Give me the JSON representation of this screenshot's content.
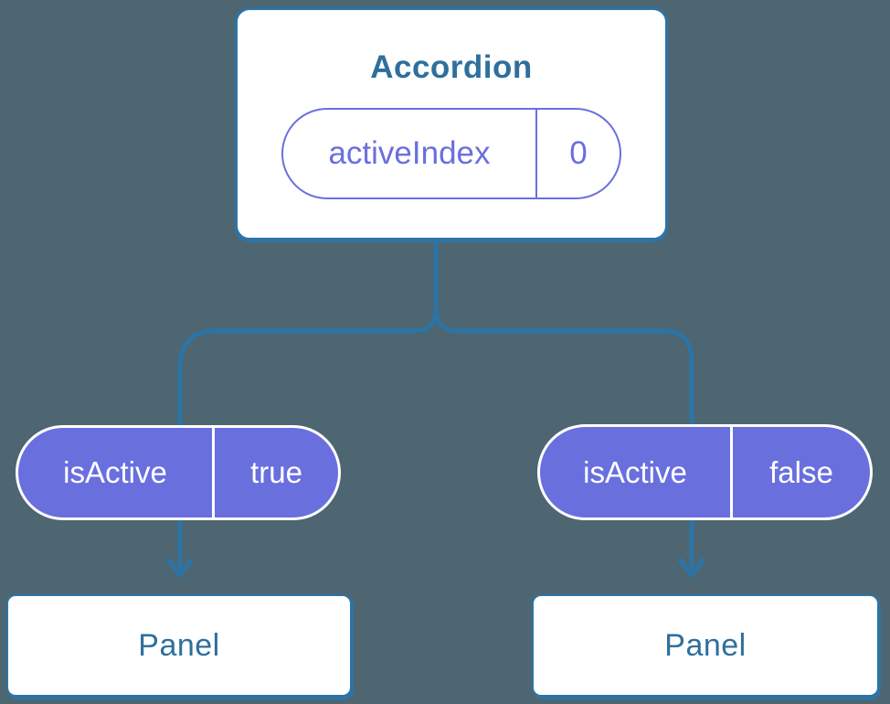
{
  "colors": {
    "background": "#4d6671",
    "box_fill": "#ffffff",
    "line_blue": "#2d74a6",
    "text_blue": "#2e6f9d",
    "indigo": "#6a6fde",
    "pill_text": "#ffffff"
  },
  "root": {
    "title": "Accordion",
    "state": {
      "name": "activeIndex",
      "value": "0"
    }
  },
  "children": [
    {
      "prop": {
        "name": "isActive",
        "value": "true"
      },
      "node": {
        "title": "Panel"
      }
    },
    {
      "prop": {
        "name": "isActive",
        "value": "false"
      },
      "node": {
        "title": "Panel"
      }
    }
  ]
}
